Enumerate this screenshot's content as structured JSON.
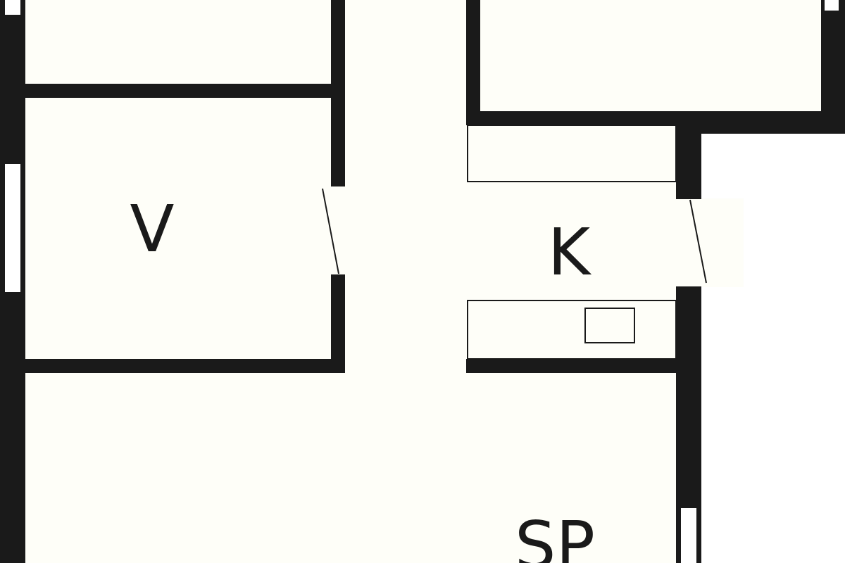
{
  "floorplan": {
    "colors": {
      "wall": "#1a1a1a",
      "floor": "#fefef8",
      "outside": "#ffffff",
      "window": "#ffffff",
      "line": "#1a1a1a"
    },
    "rooms": {
      "v": {
        "label": "V"
      },
      "k": {
        "label": "K"
      },
      "sp": {
        "label": "SP"
      }
    }
  }
}
